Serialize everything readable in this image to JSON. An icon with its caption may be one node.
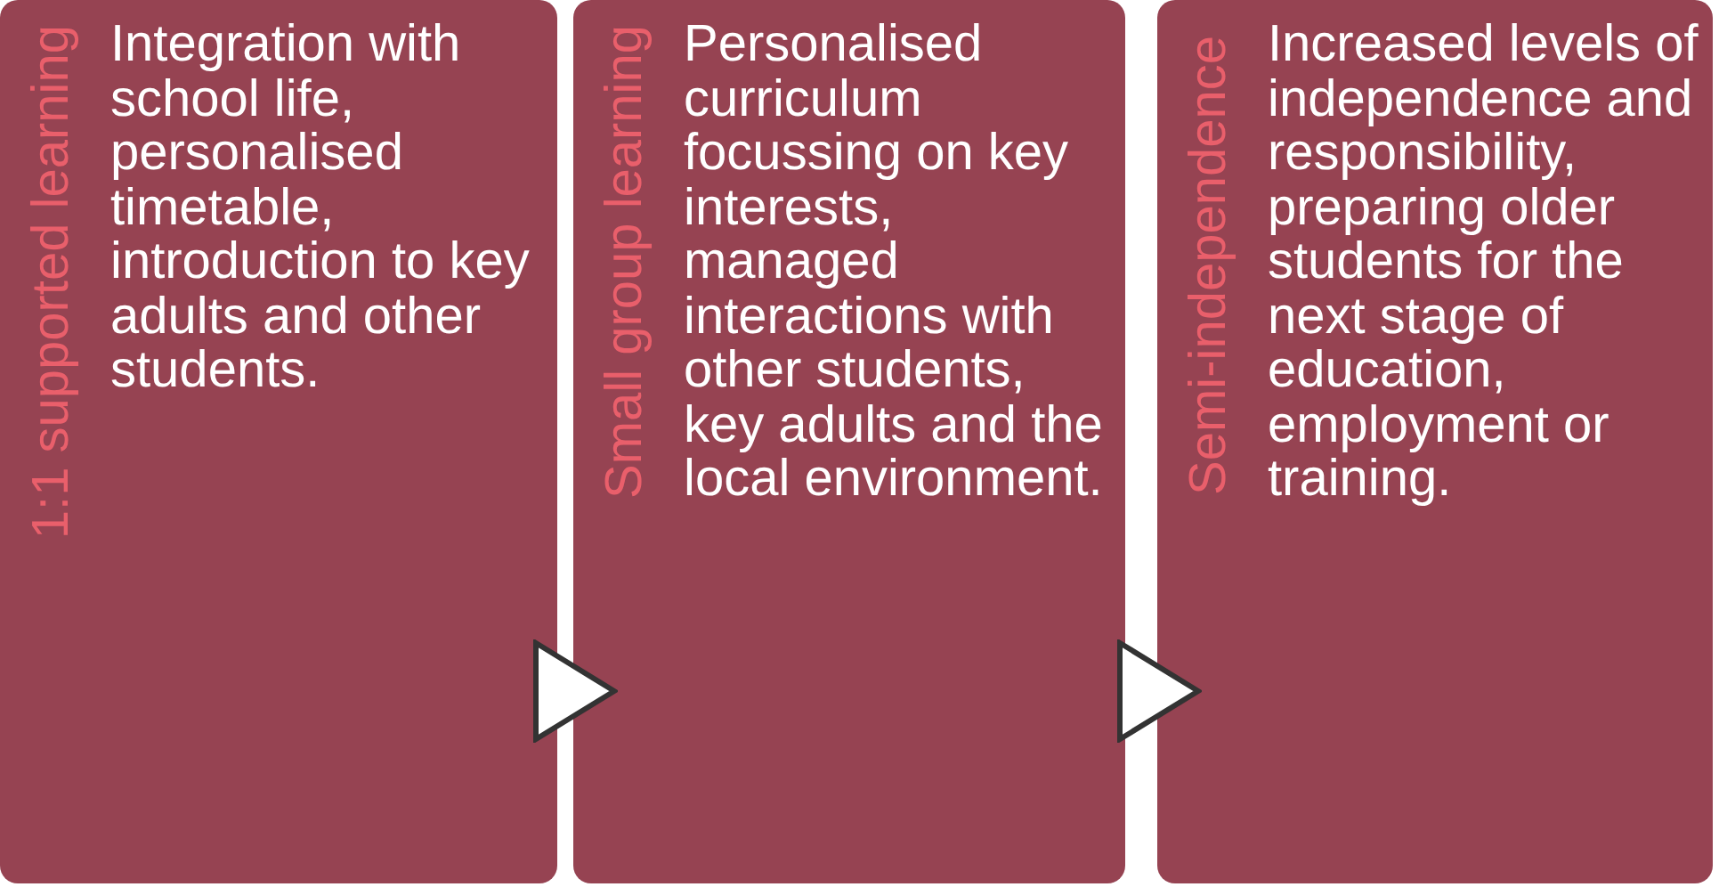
{
  "diagram": {
    "nodes": [
      {
        "text": [
          "1:1 supported learning",
          "Integration with school life, personalised timetable, introduction to key adults and other students."
        ]
      },
      {
        "text": [
          "Small group learning",
          "Personalised curriculum focussing on key interests, managed interactions with other students, key adults and the local environment."
        ]
      },
      {
        "text": [
          "Semi-independence",
          "Increased levels of independence and responsibility, preparing older students for the next stage of education, employment or training."
        ]
      }
    ],
    "edges": [
      {
        "from": 0,
        "to": 1,
        "arrow": "to"
      },
      {
        "from": 1,
        "to": 2,
        "arrow": "to"
      }
    ]
  }
}
